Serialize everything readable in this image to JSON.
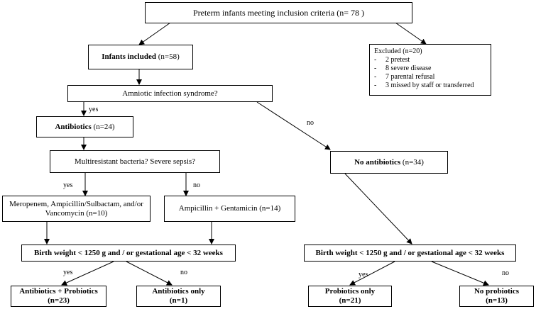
{
  "boxes": {
    "top": "Preterm infants meeting inclusion criteria (n= 78 )",
    "included_bold": "Infants included",
    "included_rest": " (n=58)",
    "excluded_title": "Excluded (n=20)",
    "excluded_items": [
      "2 pretest",
      "8 severe disease",
      "7 parental refusal",
      "3 missed by staff or transferred"
    ],
    "amniotic": "Amniotic infection syndrome?",
    "antibiotics_bold": "Antibiotics",
    "antibiotics_rest": " (n=24)",
    "multiresistant": "Multiresistant bacteria? Severe sepsis?",
    "meropenem": "Meropenem, Ampicillin/Sulbactam, and/or Vancomycin (n=10)",
    "ampicillin": "Ampicillin + Gentamicin (n=14)",
    "no_antibiotics_bold": "No antibiotics",
    "no_antibiotics_rest": " (n=34)",
    "birthweight_left": "Birth weight < 1250 g and / or gestational age < 32 weeks",
    "birthweight_right": "Birth weight < 1250 g and / or gestational age < 32 weeks",
    "abx_probiotics_l1": "Antibiotics + Probiotics",
    "abx_probiotics_l2": "(n=23)",
    "abx_only_l1": "Antibiotics only",
    "abx_only_l2": "(n=1)",
    "probiotics_only_l1": "Probiotics only",
    "probiotics_only_l2": "(n=21)",
    "no_probiotics_l1": "No probiotics",
    "no_probiotics_l2": "(n=13)"
  },
  "labels": {
    "yes_amniotic": "yes",
    "no_amniotic": "no",
    "yes_multi": "yes",
    "no_multi": "no",
    "yes_bw_left": "yes",
    "no_bw_left": "no",
    "yes_bw_right": "yes",
    "no_bw_right": "no"
  }
}
